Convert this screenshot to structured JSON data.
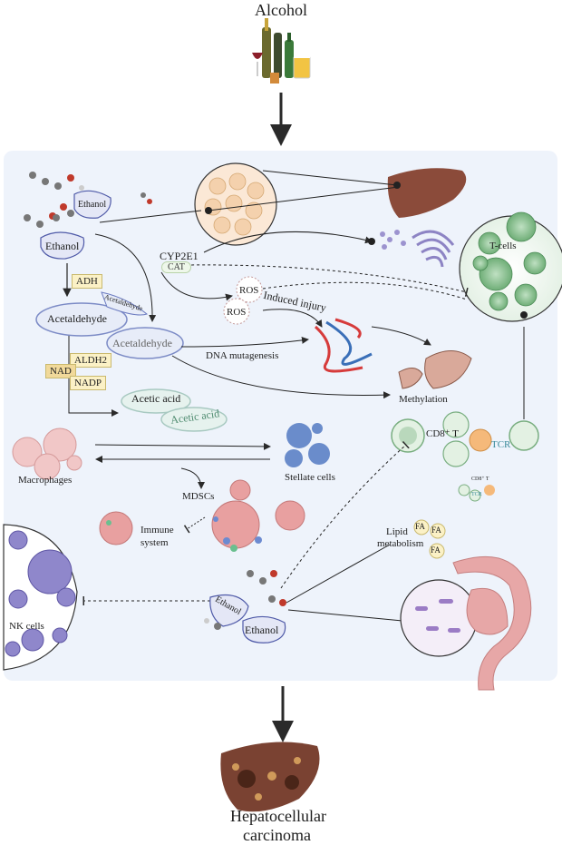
{
  "title": {
    "top": "Alcohol",
    "bottom_line1": "Hepatocellular",
    "bottom_line2": "carcinoma"
  },
  "labels": {
    "ethanol_a": "Ethanol",
    "ethanol_b": "Ethanol",
    "cyp2e1": "CYP2E1",
    "cat": "CAT",
    "adh": "ADH",
    "acetaldehyde_small": "Acetaldehyde",
    "acetaldehyde_main": "Acetaldehyde",
    "acetaldehyde_alt": "Acetaldehyde",
    "aldh2": "ALDH2",
    "nad": "NAD",
    "nadp": "NADP",
    "ros1": "ROS",
    "ros2": "ROS",
    "induced_injury": "Induced injury",
    "dna_mutagenesis": "DNA mutagenesis",
    "methylation": "Methylation",
    "acetic_acid_a": "Acetic acid",
    "acetic_acid_b": "Acetic acid",
    "t_cells": "T-cells",
    "cd8_t": "CD8⁺ T",
    "tcr": "TCR",
    "cd8_t_small": "CD8⁺ T",
    "tcr_small": "TCR",
    "macrophages": "Macrophages",
    "stellate_cells": "Stellate cells",
    "mdscs": "MDSCs",
    "immune_system_1": "Immune",
    "immune_system_2": "system",
    "nk_cells": "NK cells",
    "lipid_metabolism_1": "Lipid",
    "lipid_metabolism_2": "metabolism",
    "fa1": "FA",
    "fa2": "FA",
    "fa3": "FA",
    "ethanol_c": "Ethanol",
    "ethanol_d": "Ethanol"
  },
  "colors": {
    "panel": "#eef3fb",
    "arrow": "#2a2a2a",
    "liver": "#8b4b3a",
    "dna_red": "#d63b3b",
    "dna_blue": "#3a6fb8",
    "tcell_green": "#5fa86f"
  }
}
